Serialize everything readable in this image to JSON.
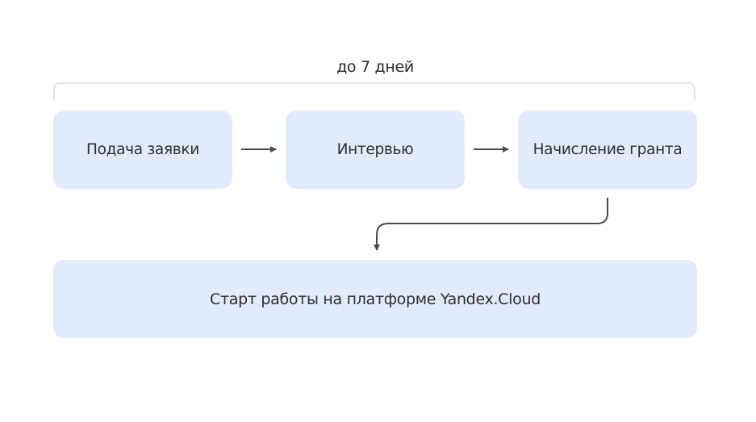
{
  "diagram": {
    "duration_label": "до 7 дней",
    "steps": [
      {
        "label": "Подача заявки"
      },
      {
        "label": "Интервью"
      },
      {
        "label": "Начисление гранта"
      }
    ],
    "final_step": {
      "label": "Старт работы на платформе Yandex.Cloud"
    },
    "colors": {
      "box_fill": "#e2ebfc",
      "arrow": "#4a4a4a",
      "bracket": "#e3e4e6",
      "text": "#2e2e2e"
    }
  }
}
